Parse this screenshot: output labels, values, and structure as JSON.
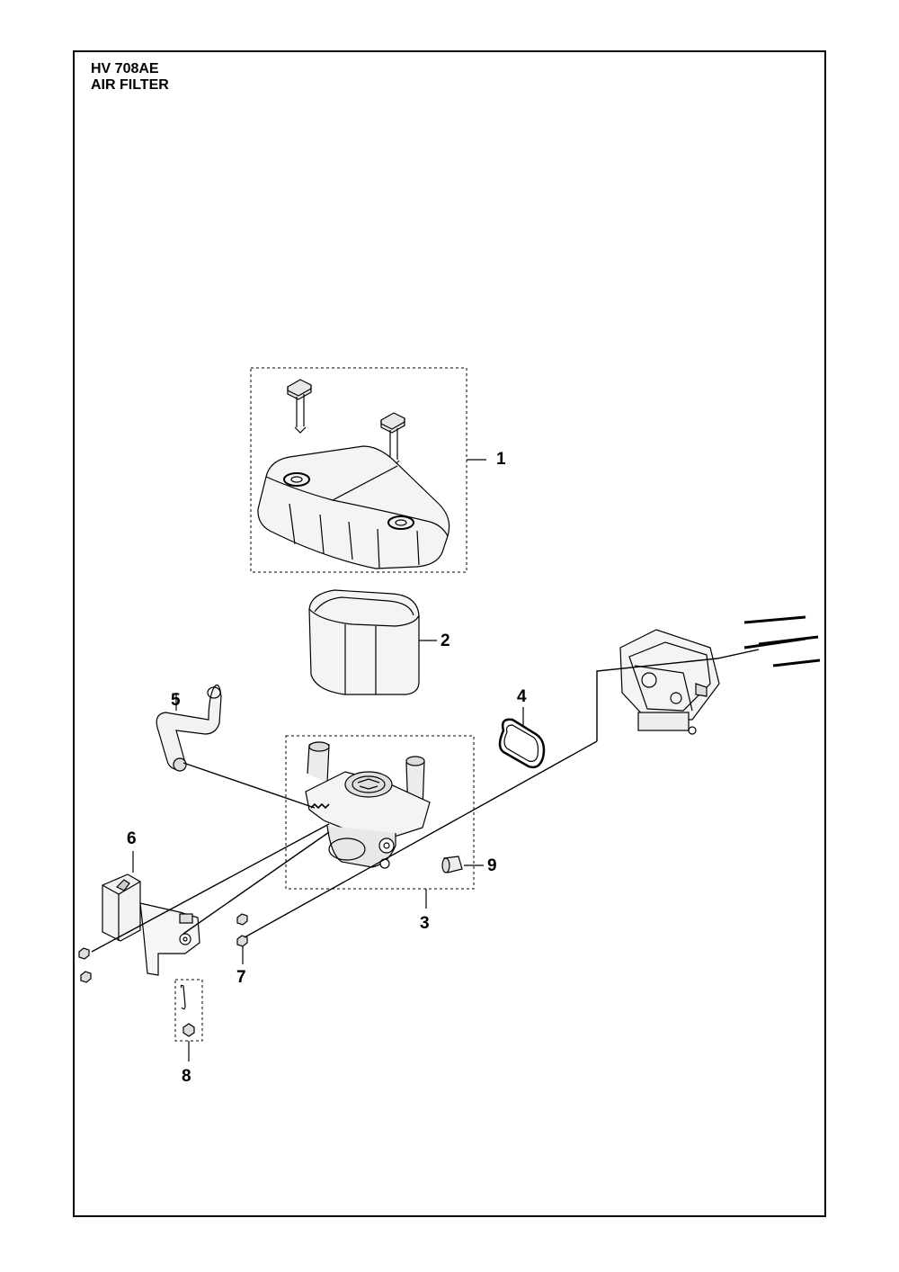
{
  "header": {
    "model": "HV 708AE",
    "section": "AIR FILTER"
  },
  "callouts": [
    {
      "id": "1",
      "label": "1"
    },
    {
      "id": "2",
      "label": "2"
    },
    {
      "id": "3",
      "label": "3"
    },
    {
      "id": "4",
      "label": "4"
    },
    {
      "id": "5",
      "label": "5"
    },
    {
      "id": "6",
      "label": "6"
    },
    {
      "id": "7",
      "label": "7"
    },
    {
      "id": "8",
      "label": "8"
    },
    {
      "id": "9",
      "label": "9"
    }
  ],
  "colors": {
    "line": "#000000",
    "part_fill": "#f2f2f2",
    "part_shade": "#d0d0d0"
  }
}
